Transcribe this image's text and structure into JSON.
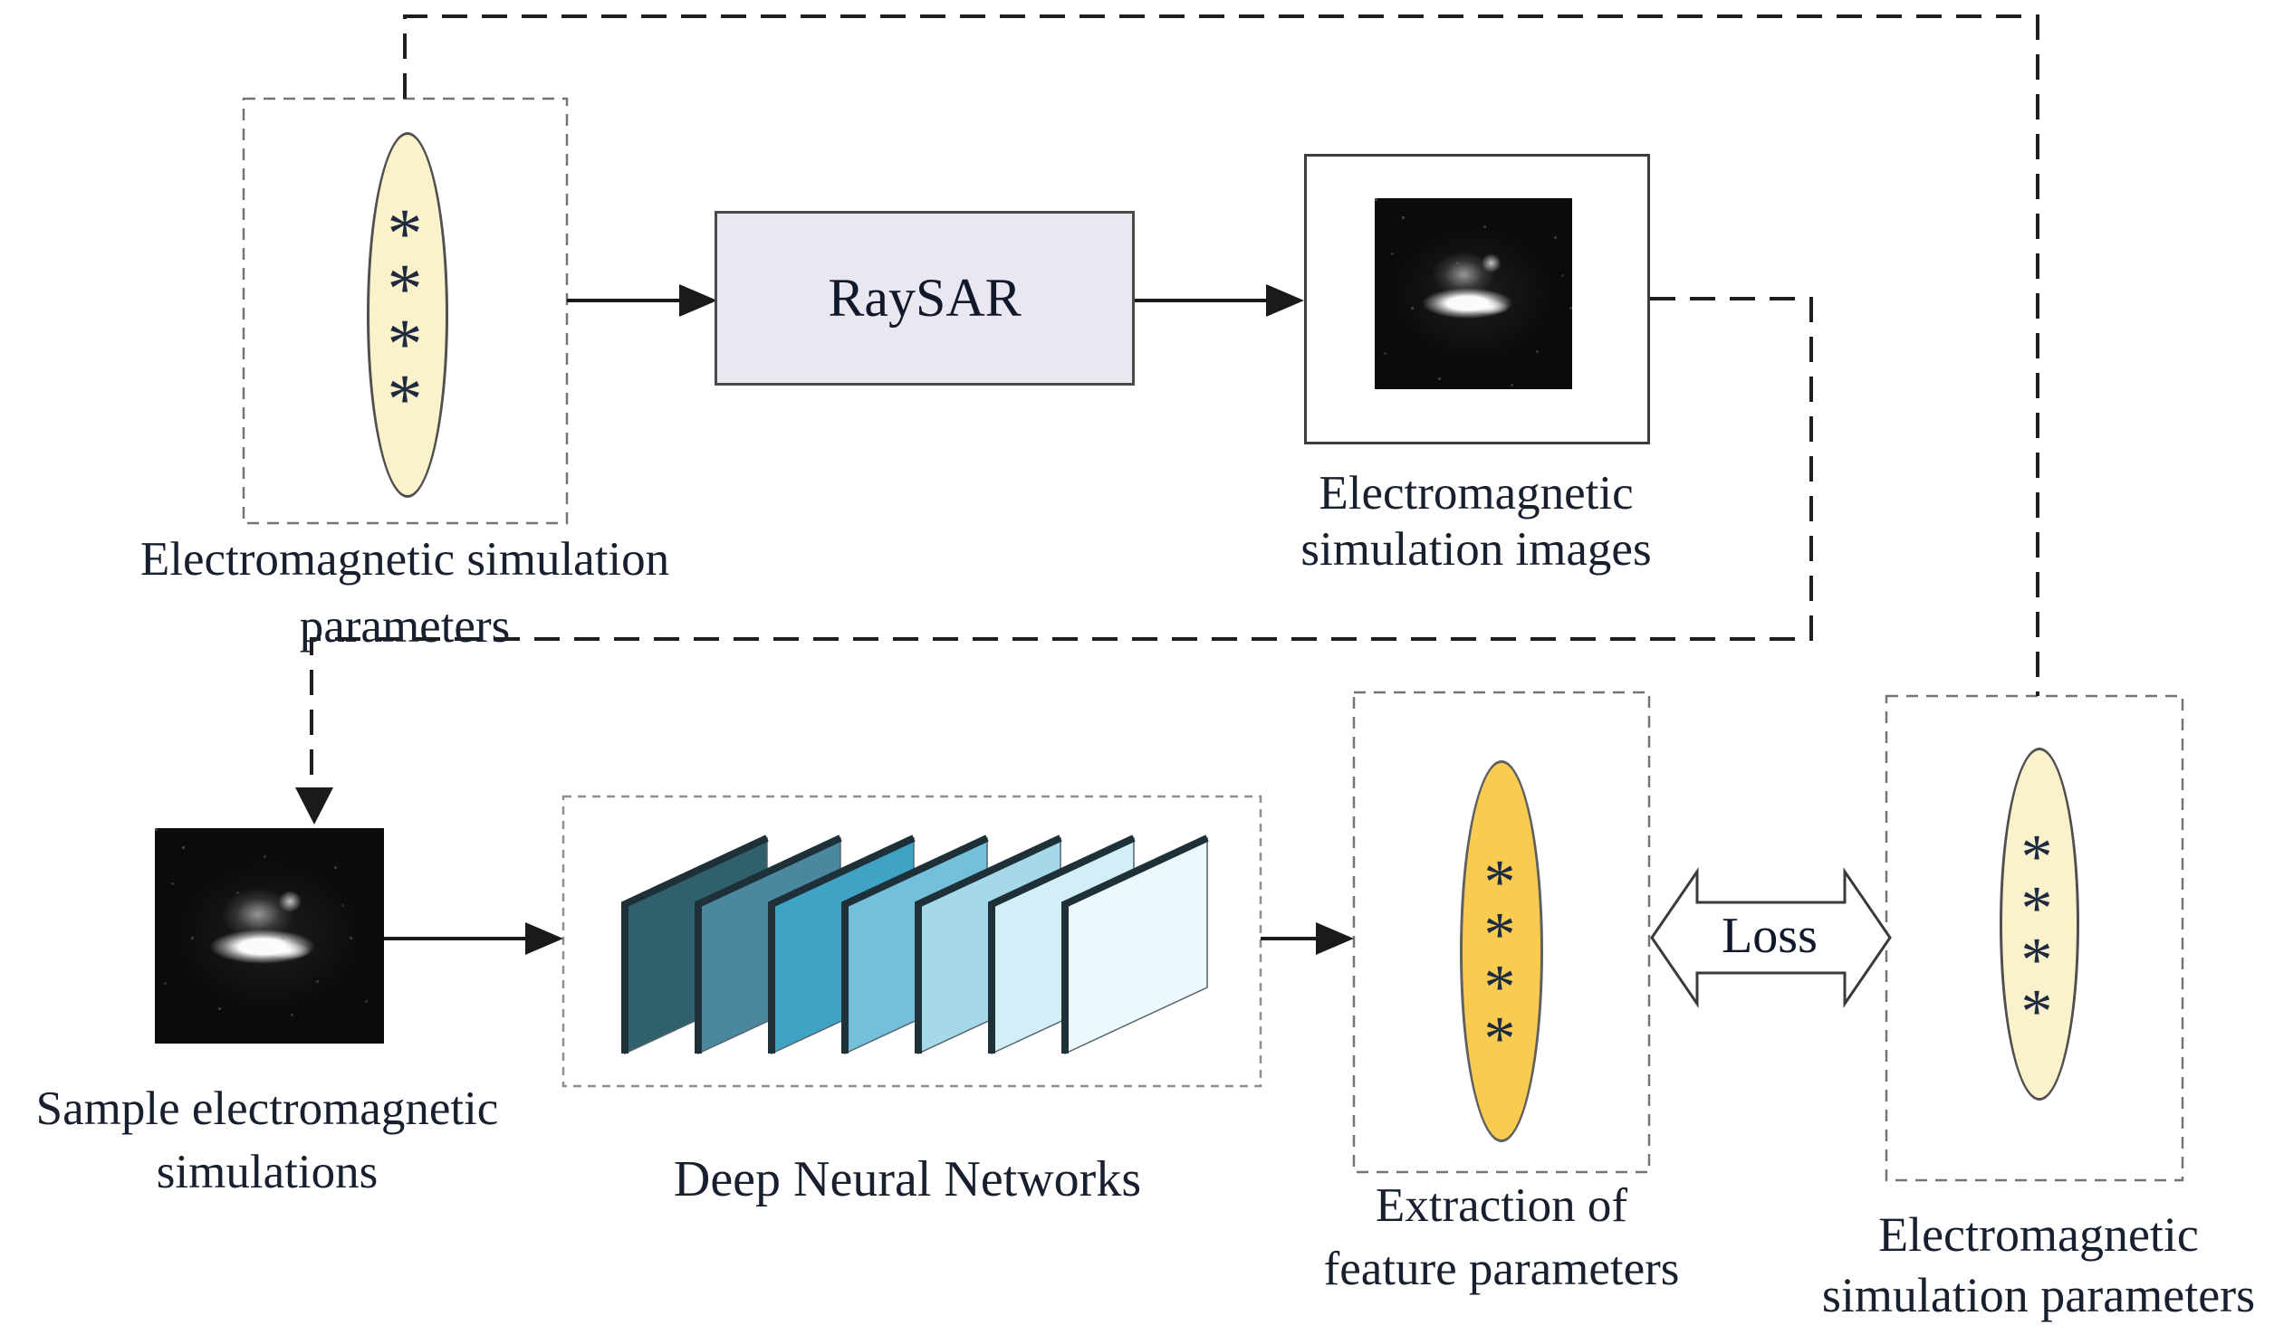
{
  "diagram": {
    "kind": "flowchart",
    "nodes": {
      "em_params_left": {
        "label_line1": "Electromagnetic simulation",
        "label_line2": "parameters",
        "symbols": [
          "*",
          "*",
          "*",
          "*"
        ]
      },
      "raysar": {
        "label": "RaySAR"
      },
      "em_images": {
        "label_line1": "Electromagnetic",
        "label_line2": "simulation images"
      },
      "sample": {
        "label_line1": "Sample electromagnetic",
        "label_line2": "simulations"
      },
      "dnn": {
        "label": "Deep Neural Networks",
        "layer_colors": [
          "#305F6E",
          "#4C87A0",
          "#3FA3C6",
          "#74BFDA",
          "#A5D8E8",
          "#D2EEF7",
          "#ECF8FB"
        ]
      },
      "extraction": {
        "label_line1": "Extraction of",
        "label_line2": "feature parameters",
        "symbols": [
          "*",
          "*",
          "*",
          "*"
        ]
      },
      "loss": {
        "label": "Loss"
      },
      "em_params_right": {
        "label_line1": "Electromagnetic",
        "label_line2": "simulation parameters",
        "symbols": [
          "*",
          "*",
          "*",
          "*"
        ]
      }
    },
    "colors": {
      "cream_ellipse": "#FBF1CA",
      "gold_ellipse": "#F9CB50",
      "raysar_fill": "#EAE7F1",
      "sar_image_background": "#0B0B0B",
      "connector": "#1F1F1F",
      "dashed_box_border": "#757575",
      "text": "#18202F"
    }
  }
}
